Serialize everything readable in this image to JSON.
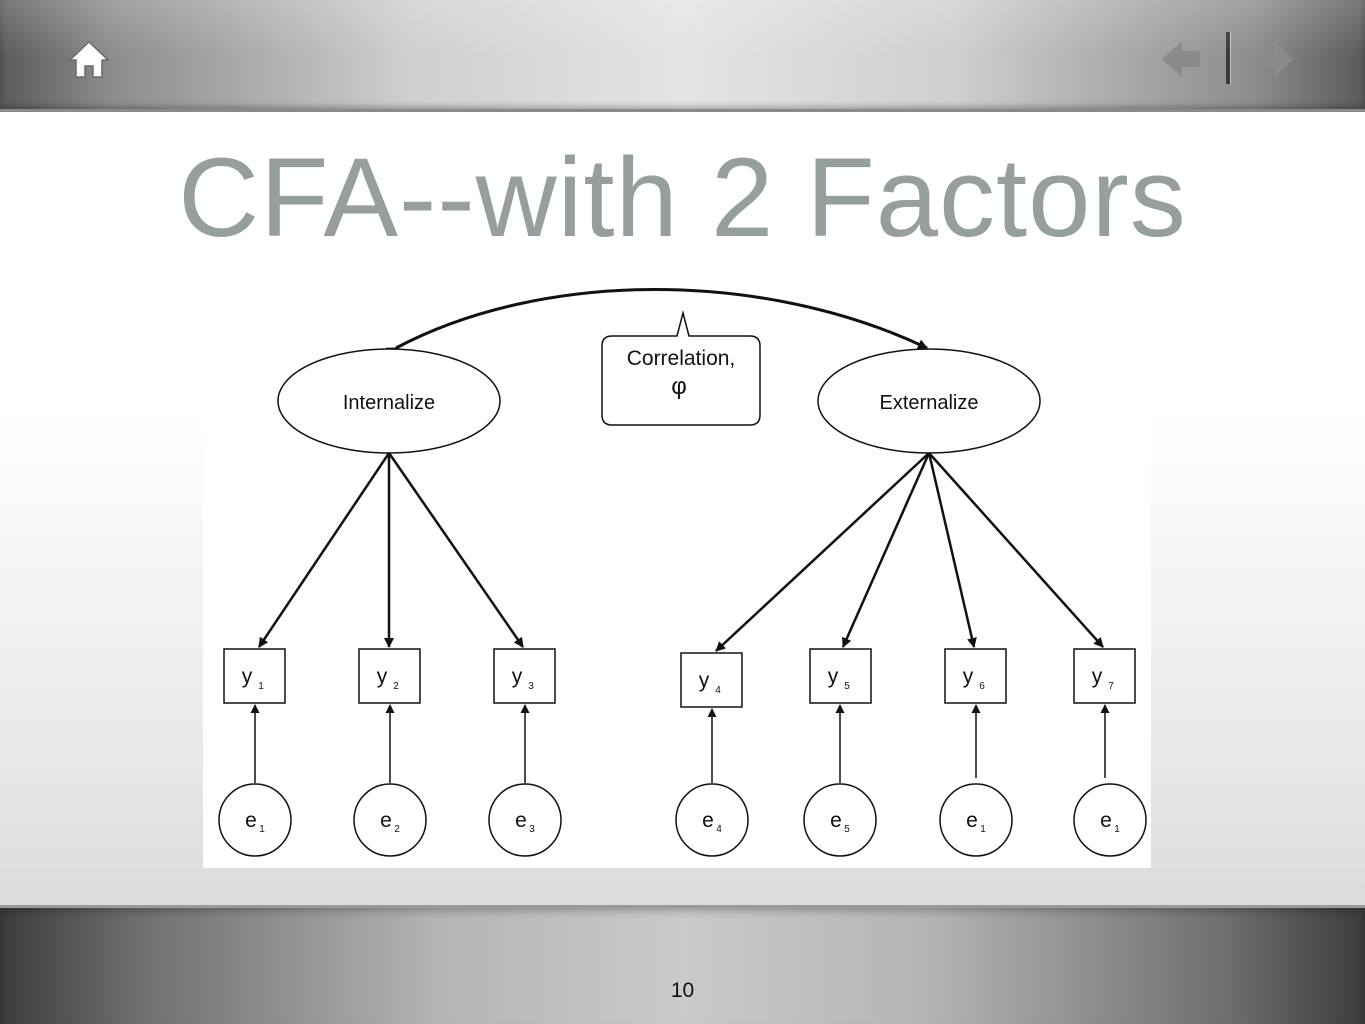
{
  "nav": {
    "home_icon": "home-icon",
    "prev_icon": "arrow-left-icon",
    "next_icon": "arrow-right-icon"
  },
  "title": "CFA--with 2 Factors",
  "diagram": {
    "factors": [
      {
        "id": "internalize",
        "label": "Internalize"
      },
      {
        "id": "externalize",
        "label": "Externalize"
      }
    ],
    "callout": {
      "line1": "Correlation,",
      "line2": "φ"
    },
    "indicators": [
      {
        "base": "y",
        "sub": "1"
      },
      {
        "base": "y",
        "sub": "2"
      },
      {
        "base": "y",
        "sub": "3"
      },
      {
        "base": "y",
        "sub": "4"
      },
      {
        "base": "y",
        "sub": "5"
      },
      {
        "base": "y",
        "sub": "6"
      },
      {
        "base": "y",
        "sub": "7"
      }
    ],
    "errors": [
      {
        "base": "e",
        "sub": "1"
      },
      {
        "base": "e",
        "sub": "2"
      },
      {
        "base": "e",
        "sub": "3"
      },
      {
        "base": "e",
        "sub": "4"
      },
      {
        "base": "e",
        "sub": "5"
      },
      {
        "base": "e",
        "sub": "1"
      },
      {
        "base": "e",
        "sub": "1"
      }
    ]
  },
  "footer": {
    "page_number": "10"
  },
  "colors": {
    "title": "#979e9e",
    "stroke": "#111111"
  }
}
